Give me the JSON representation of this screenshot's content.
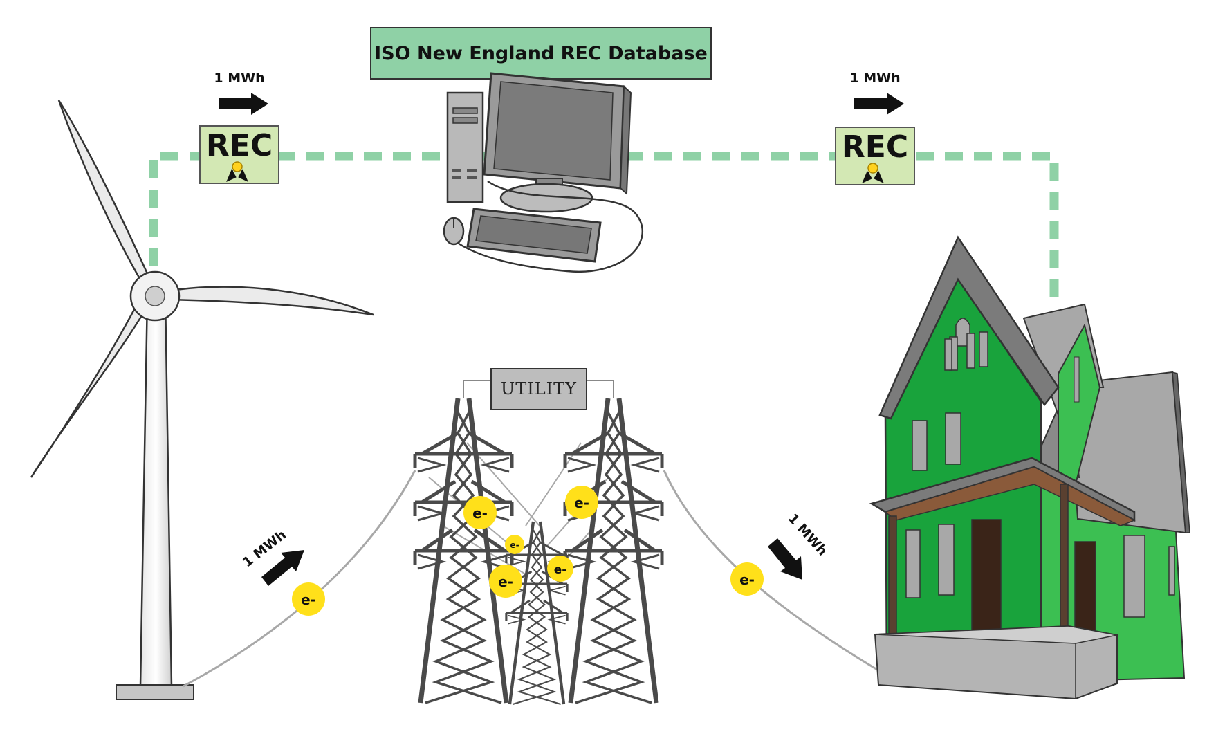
{
  "database": {
    "title": "ISO New England REC Database"
  },
  "rec_left": {
    "label": "REC",
    "flow_label": "1 MWh"
  },
  "rec_right": {
    "label": "REC",
    "flow_label": "1 MWh"
  },
  "utility": {
    "label": "UTILITY"
  },
  "power_left": {
    "flow_label": "1 MWh"
  },
  "power_right": {
    "flow_label": "1 MWh"
  },
  "electron_label": "e-",
  "colors": {
    "rec_path": "#8fd1a6",
    "database_box": "#8fd1a6",
    "rec_certificate": "#d3e8b4",
    "electron": "#ffe01a",
    "house_green": "#19a33c",
    "house_light": "#3cbf52",
    "roof_gray": "#a8a8a8",
    "tower_gray": "#4a4a4a"
  },
  "icons": [
    "wind-turbine-icon",
    "computer-icon",
    "transmission-tower-icon",
    "house-icon",
    "award-ribbon-icon",
    "arrow-icon"
  ]
}
